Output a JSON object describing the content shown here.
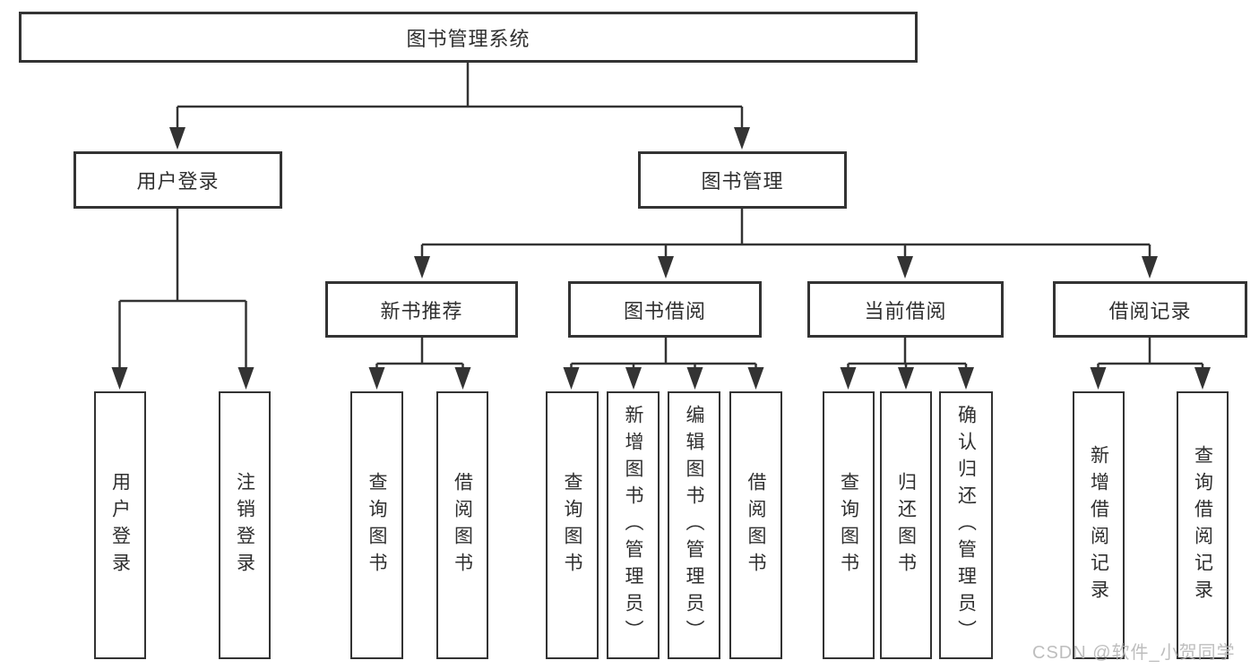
{
  "tree": {
    "root": {
      "label": "图书管理系统",
      "children": [
        {
          "label": "用户登录",
          "children": [
            {
              "label": "用户登录"
            },
            {
              "label": "注销登录"
            }
          ]
        },
        {
          "label": "图书管理",
          "children": [
            {
              "label": "新书推荐",
              "children": [
                {
                  "label": "查询图书"
                },
                {
                  "label": "借阅图书"
                }
              ]
            },
            {
              "label": "图书借阅",
              "children": [
                {
                  "label": "查询图书"
                },
                {
                  "label": "新增图书（管理员）"
                },
                {
                  "label": "编辑图书（管理员）"
                },
                {
                  "label": "借阅图书"
                }
              ]
            },
            {
              "label": "当前借阅",
              "children": [
                {
                  "label": "查询图书"
                },
                {
                  "label": "归还图书"
                },
                {
                  "label": "确认归还（管理员）"
                }
              ]
            },
            {
              "label": "借阅记录",
              "children": [
                {
                  "label": "新增借阅记录"
                },
                {
                  "label": "查询借阅记录"
                }
              ]
            }
          ]
        }
      ]
    }
  },
  "watermark": {
    "text": "CSDN @软件_小贺同学",
    "color": "#b7b7b7"
  },
  "colors": {
    "line": "#333333",
    "box_border": "#333333",
    "text": "#2f2f2f",
    "background": "#ffffff"
  }
}
